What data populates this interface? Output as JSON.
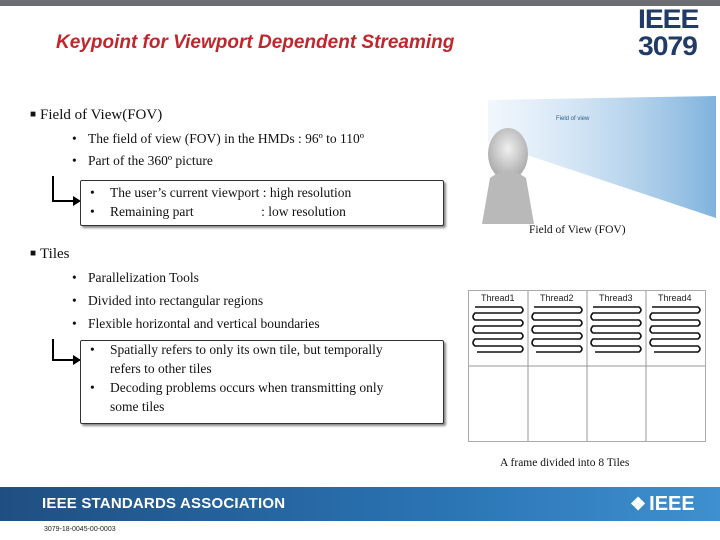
{
  "title": "Keypoint for Viewport Dependent Streaming",
  "logo": {
    "line1": "IEEE",
    "line2": "3079"
  },
  "fov": {
    "heading": "Field of View(FOV)",
    "bullets": [
      "The field of view (FOV) in the HMDs : 96º to 110º",
      "Part of the 360º picture"
    ],
    "sub": [
      "The user’s current viewport : high resolution",
      "Remaining part                    : low resolution"
    ],
    "figure_label": "Field of view",
    "caption": "Field of View (FOV)"
  },
  "tiles": {
    "heading": "Tiles",
    "bullets": [
      "Parallelization Tools",
      "Divided into rectangular regions",
      "Flexible horizontal and vertical boundaries"
    ],
    "sub": [
      {
        "line1": "Spatially refers to only its own tile, but temporally",
        "line2": "refers to other tiles"
      },
      {
        "line1": "Decoding problems occurs when transmitting only",
        "line2": "some tiles"
      }
    ],
    "thread_labels": [
      "Thread1",
      "Thread2",
      "Thread3",
      "Thread4"
    ],
    "caption": "A frame divided into 8 Tiles"
  },
  "footer": {
    "org": "IEEE STANDARDS ASSOCIATION",
    "brand": "IEEE",
    "doc_number": "3079-18-0045-00-0003"
  },
  "colors": {
    "title": "#c0272d",
    "footer": "#1f4f82",
    "logo": "#1f3b66"
  }
}
